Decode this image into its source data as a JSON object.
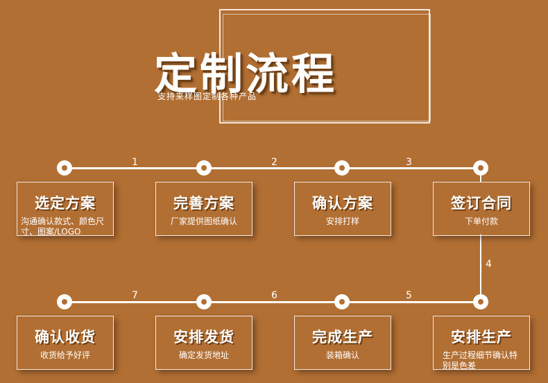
{
  "header": {
    "title": "定制流程",
    "subtitle": "支持来样图定制各种产品"
  },
  "step_numbers": [
    "1",
    "2",
    "3",
    "4",
    "5",
    "6",
    "7"
  ],
  "steps": [
    {
      "title": "选定方案",
      "desc": "沟通确认款式、颜色尺寸、图案/LOGO"
    },
    {
      "title": "完善方案",
      "desc": "厂家提供图纸确认"
    },
    {
      "title": "确认方案",
      "desc": "安排打样"
    },
    {
      "title": "签订合同",
      "desc": "下单付款"
    },
    {
      "title": "安排生产",
      "desc": "生产过程细节确认特别是色差"
    },
    {
      "title": "完成生产",
      "desc": "装箱确认"
    },
    {
      "title": "安排发货",
      "desc": "确定发货地址"
    },
    {
      "title": "确认收货",
      "desc": "收货给予好评"
    }
  ]
}
